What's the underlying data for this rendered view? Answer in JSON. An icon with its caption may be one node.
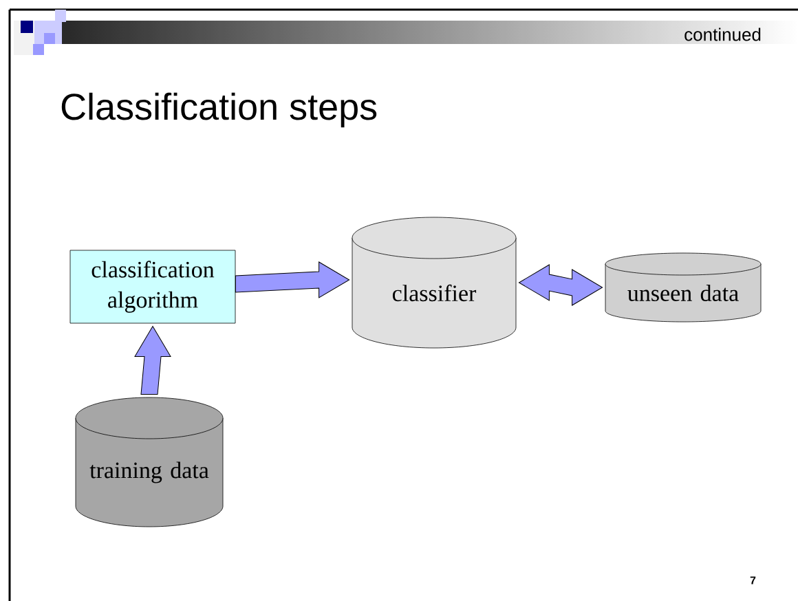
{
  "diagram": {
    "title": "Classification steps",
    "nodes": [
      {
        "text": [
          "classification algorithm"
        ]
      },
      {
        "text": [
          "classifier"
        ]
      },
      {
        "text": [
          "unseen data"
        ]
      },
      {
        "text": [
          "training data"
        ]
      }
    ],
    "edges": [
      {
        "from": 0,
        "to": 1,
        "arrow": "to"
      },
      {
        "from": 1,
        "to": 2,
        "arrow": "both"
      },
      {
        "from": 3,
        "to": 0,
        "arrow": "to"
      }
    ],
    "labels": [
      "continued",
      "7"
    ]
  }
}
